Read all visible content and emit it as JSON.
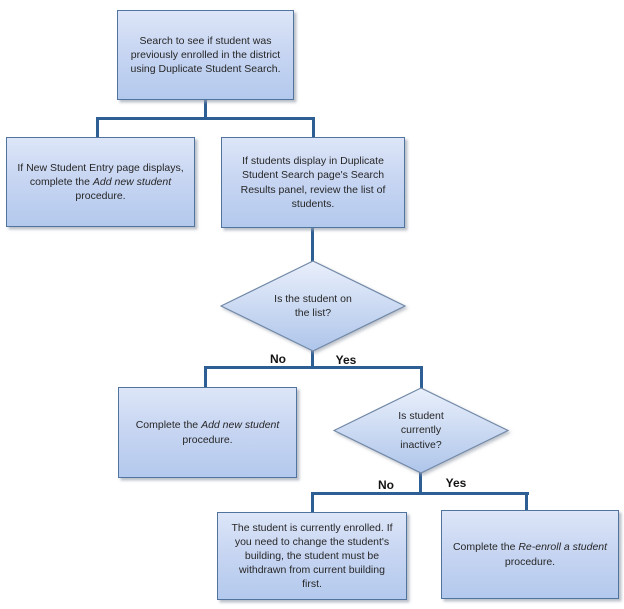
{
  "colors": {
    "canvas_bg": "#ffffff",
    "shape_fill_top": "#dde6f8",
    "shape_fill_mid": "#c7d5f2",
    "shape_fill_bottom": "#b3c9ed",
    "diamond_fill_top": "#e9effb",
    "diamond_fill_bottom": "#aec5ea",
    "shape_border": "#51749f",
    "diamond_border": "#7188a6",
    "connector": "#2d5e94",
    "node_text": "#262626",
    "branch_label_text": "#141414"
  },
  "nodes": {
    "start": {
      "text": "Search to see if student was\npreviously enrolled in the district\nusing Duplicate Student Search."
    },
    "new_student_entry": {
      "pre": "If New Student Entry page displays, complete the ",
      "em": "Add new student",
      "post": " procedure."
    },
    "duplicate_results": {
      "text": "If students display in Duplicate\nStudent Search page's Search\nResults panel, review the list of\nstudents."
    },
    "decision_on_list": {
      "question": "Is the student on\nthe list?",
      "no_label": "No",
      "yes_label": "Yes"
    },
    "add_new_student": {
      "pre": "Complete the ",
      "em": "Add new student",
      "post": " procedure."
    },
    "decision_inactive": {
      "question": "Is student\ncurrently\ninactive?",
      "no_label": "No",
      "yes_label": "Yes"
    },
    "currently_enrolled": {
      "text": "The student is currently enrolled. If\nyou need to change the student's\nbuilding, the student must be\nwithdrawn from current building\nfirst."
    },
    "reenroll": {
      "pre": "Complete the ",
      "em": "Re-enroll a student",
      "post": " procedure."
    }
  }
}
